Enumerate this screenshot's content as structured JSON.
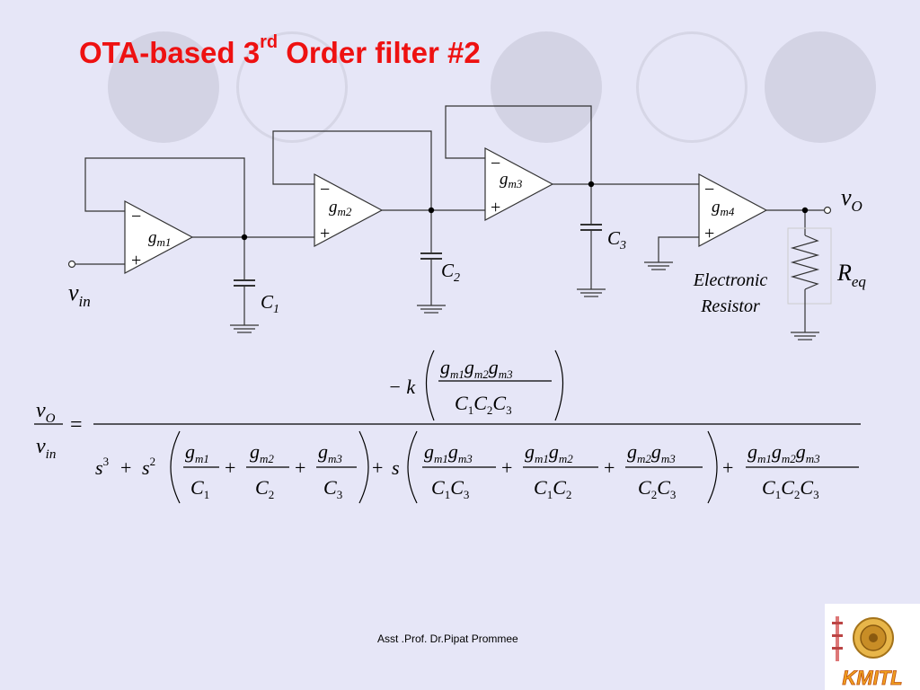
{
  "slide": {
    "title_main": "OTA-based 3",
    "title_sup": "rd",
    "title_rest": " Order filter #2",
    "footer": "Asst .Prof. Dr.Pipat Prommee"
  },
  "circuit": {
    "input_v": "v",
    "input_sub": "in",
    "output_v": "v",
    "output_sub": "O",
    "ota": [
      {
        "g": "g",
        "sub": "m1",
        "minus": "−",
        "plus": "+"
      },
      {
        "g": "g",
        "sub": "m2",
        "minus": "−",
        "plus": "+"
      },
      {
        "g": "g",
        "sub": "m3",
        "minus": "−",
        "plus": "+"
      },
      {
        "g": "g",
        "sub": "m4",
        "minus": "−",
        "plus": "+"
      }
    ],
    "caps": [
      {
        "c": "C",
        "sub": "1"
      },
      {
        "c": "C",
        "sub": "2"
      },
      {
        "c": "C",
        "sub": "3"
      }
    ],
    "resistor": {
      "r": "R",
      "sub": "eq"
    },
    "electronic_label_1": "Electronic",
    "electronic_label_2": "Resistor"
  },
  "formula": {
    "lhs_num": "v",
    "lhs_num_sub": "O",
    "lhs_den": "v",
    "lhs_den_sub": "in",
    "equals": "=",
    "minus_k": "− k",
    "s": "s",
    "s3_exp": "3",
    "s2_exp": "2",
    "plus": "+",
    "g": "g",
    "C": "C",
    "m1": "m1",
    "m2": "m2",
    "m3": "m3",
    "n1": "1",
    "n2": "2",
    "n3": "3"
  },
  "logo": {
    "text": "KMITL",
    "icon": "university-seal-icon"
  }
}
